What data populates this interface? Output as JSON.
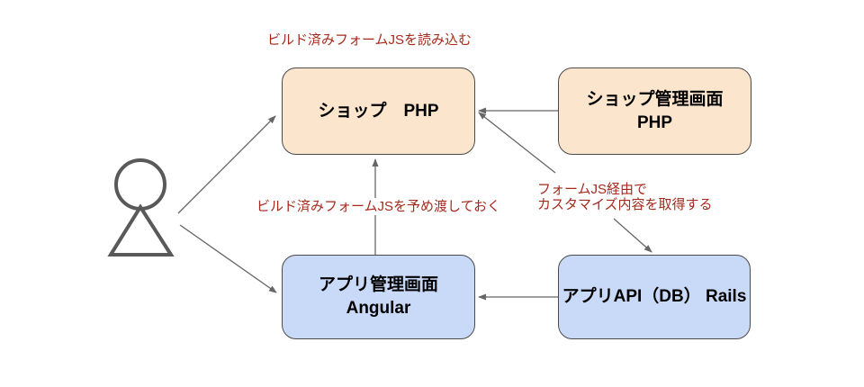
{
  "diagram": {
    "type": "architecture-flow",
    "background": "#ffffff",
    "colors": {
      "node_fill_peach": "#fce5cd",
      "node_fill_blue": "#c9daf8",
      "node_border": "#4a4a4a",
      "arrow": "#666666",
      "actor": "#595959",
      "annotation_red": "#a52a1c"
    },
    "nodes": {
      "shop": {
        "line1": "ショップ　PHP",
        "line2": "",
        "fill": "#fce5cd"
      },
      "shop_admin": {
        "line1": "ショップ管理画面",
        "line2": "PHP",
        "fill": "#fce5cd"
      },
      "app_admin": {
        "line1": "アプリ管理画面",
        "line2": "Angular",
        "fill": "#c9daf8"
      },
      "app_api": {
        "line1": "アプリAPI（DB） Rails",
        "line2": "",
        "fill": "#c9daf8"
      }
    },
    "annotations": {
      "load": "ビルド済みフォームJSを読み込む",
      "pass": "ビルド済みフォームJSを予め渡しておく",
      "fetch_line1": "フォームJS経由で",
      "fetch_line2": "カスタマイズ内容を取得する"
    },
    "edges": [
      {
        "from": "actor",
        "to": "shop",
        "label": ""
      },
      {
        "from": "actor",
        "to": "app_admin",
        "label": ""
      },
      {
        "from": "shop_admin",
        "to": "shop",
        "label": "ビルド済みフォームJSを読み込む"
      },
      {
        "from": "app_admin",
        "to": "shop",
        "label": "ビルド済みフォームJSを予め渡しておく"
      },
      {
        "from": "app_api",
        "to": "app_admin",
        "label": ""
      },
      {
        "from": "app_api",
        "to": "shop",
        "label": "フォームJS経由でカスタマイズ内容を取得する"
      },
      {
        "from": "shop",
        "to": "app_api",
        "label": "フォームJS経由でカスタマイズ内容を取得する"
      }
    ]
  }
}
